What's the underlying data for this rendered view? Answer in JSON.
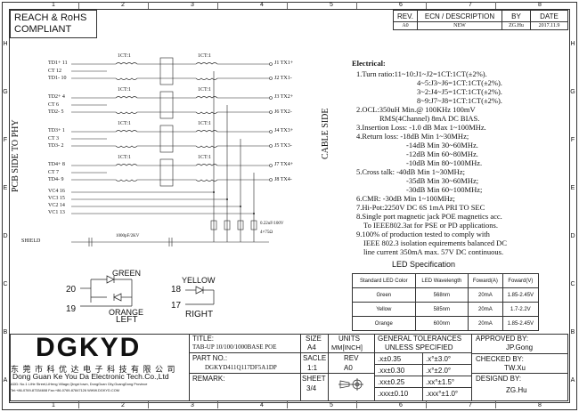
{
  "zones": {
    "columns": [
      "1",
      "2",
      "3",
      "4",
      "5",
      "6",
      "7",
      "8"
    ],
    "rows": [
      "H",
      "G",
      "F",
      "E",
      "D",
      "C",
      "B",
      "A"
    ]
  },
  "header": {
    "compliance": "REACH & RoHS\nCOMPLIANT"
  },
  "revision_table": {
    "headers": [
      "REV.",
      "ECN / DESCRIPTION",
      "BY",
      "DATE"
    ],
    "rows": [
      [
        "A0",
        "NEW",
        "ZG.Hu",
        "2017.11.9"
      ]
    ]
  },
  "schematic": {
    "left_label": "PCB SIDE TO PHY",
    "right_label": "CABLE SIDE",
    "left_pins": [
      "TD1+ 11",
      "CT 12",
      "TD1- 10",
      "TD2+ 4",
      "CT 6",
      "TD2- 5",
      "TD3+ 1",
      "CT 3",
      "TD3- 2",
      "TD4+ 8",
      "CT 7",
      "TD4- 9",
      "VC4 16",
      "VC3 15",
      "VC2 14",
      "VC1 13"
    ],
    "right_pins": [
      "J1 TX1+",
      "J2 TX1-",
      "J3 TX2+",
      "J6 TX2-",
      "J4 TX3+",
      "J5 TX3-",
      "J7 TX4+",
      "J8 TX4-"
    ],
    "transformer_label": "1CT:1",
    "shield_label": "SHIELD",
    "cap_label": "1000pF/2KV",
    "cap2_label": "0.22uF/100V",
    "res_label": "4×75Ω"
  },
  "electrical": {
    "title": "Electrical:",
    "lines": [
      "1.Turn ratio:11~10:J1~J2=1CT:1CT(±2%).",
      "4~5:J3~J6=1CT:1CT(±2%).",
      "3~2:J4~J5=1CT:1CT(±2%).",
      "8~9:J7~J8=1CT:1CT(±2%).",
      "2.OCL:350uH Min.@ 100KHz 100mV",
      "RMS(4Channel) 8mA DC BIAS.",
      "3.Insertion Loss: -1.0 dB Max 1~100MHz.",
      "4.Return loss: -18dB Min 1~30MHz;",
      "-14dB Min 30~60MHz.",
      "-12dB Min 60~80MHz.",
      "-10dB Min 80~100MHz.",
      "5.Cross talk: -40dB Min 1~30MHz;",
      "-35dB Min 30~60MHz;",
      "-30dB Min 60~100MHz;",
      "6.CMR: -30dB Min 1~100MHz;",
      "7.Hi-Pot:2250V DC 6S 1mA PRI TO SEC",
      "8.Single port magnetic jack POE magnetics acc.",
      "To IEEE802.3at for PSE or PD applications.",
      "9.100% of production tested to comply with",
      "IEEE 802.3 isolation equirements balanced DC",
      "line current 350mA max. 57V DC continuous."
    ]
  },
  "led_spec": {
    "title": "LED Specification",
    "headers": [
      "Standard LED Color",
      "LED Wavelength",
      "Foward(A)",
      "Foward(V)"
    ],
    "rows": [
      [
        "Green",
        "568nm",
        "20mA",
        "1.85-2.45V"
      ],
      [
        "Yellow",
        "585nm",
        "20mA",
        "1.7-2.2V"
      ],
      [
        "Orange",
        "600nm",
        "20mA",
        "1.85-2.45V"
      ]
    ]
  },
  "led_diagram": {
    "green": "GREEN",
    "orange": "ORANGE",
    "left": "LEFT",
    "pin20": "20",
    "pin19": "19",
    "yellow": "YELLOW",
    "right": "RIGHT",
    "pin18": "18",
    "pin17": "17"
  },
  "title_block": {
    "logo": "DGKYD",
    "company_cn": "东 莞 市 科 优 达 电 子 科 技 有 限 公 司",
    "company_en": "Dong Guan Ke You Da Electronic Tech.Co.,Ltd",
    "address": "ADD: No.1 LiHe Street,LiHeng Village,Qingxi town, DongGuan City,GuangDong Province",
    "contact": "Tel:+86-0769-87334608  Fax:+86-0769-87847126  WWW.DGKYD.COM",
    "title_label": "TITLE:",
    "title_value": "TAB-UP 10/100/1000BASE POE",
    "part_label": "PART NO.:",
    "part_value": "DGKYD411Q117DF5A1DP",
    "remark_label": "REMARK:",
    "size_label": "SIZE",
    "size_value": "A4",
    "scale_label": "SACLE",
    "scale_value": "1:1",
    "sheet_label": "SHEET",
    "sheet_value": "3/4",
    "units_label": "UNITS",
    "units_value": "MM[INCH]",
    "rev_label": "REV",
    "rev_value": "A0",
    "tol_title": "GENERAL TOLERANCES",
    "tol_sub": "UNLESS SPECIFIED",
    "tol_rows": [
      [
        ".x±0.35",
        ".x°±3.0°"
      ],
      [
        ".xx±0.30",
        ".x°±2.0°"
      ],
      [
        ".xx±0.25",
        ".xx°±1.5°"
      ],
      [
        ".xxx±0.10",
        ".xxx°±1.0°"
      ]
    ],
    "approved_label": "APPROVED BY:",
    "approved_value": "JP.Gong",
    "checked_label": "CHECKED BY:",
    "checked_value": "TW.Xu",
    "designed_label": "DESIGND BY:",
    "designed_value": "ZG.Hu"
  }
}
